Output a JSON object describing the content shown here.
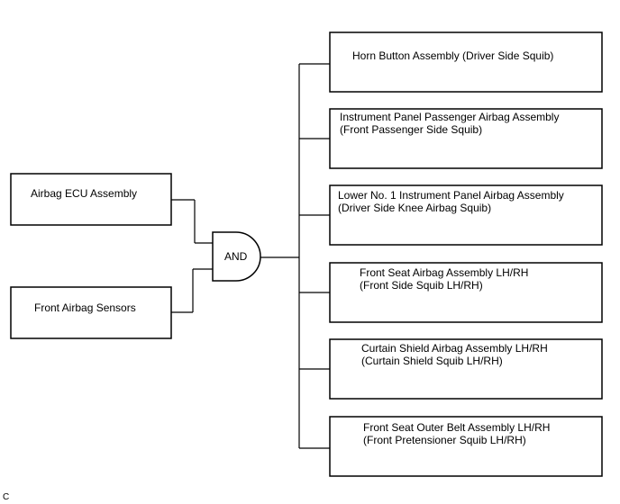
{
  "inputs": [
    {
      "lines": [
        "Airbag ECU Assembly"
      ]
    },
    {
      "lines": [
        "Front Airbag Sensors"
      ]
    }
  ],
  "gate": {
    "label": "AND"
  },
  "outputs": [
    {
      "lines": [
        "Horn Button Assembly (Driver Side Squib)"
      ]
    },
    {
      "lines": [
        "Instrument Panel Passenger Airbag Assembly",
        "(Front Passenger Side Squib)"
      ]
    },
    {
      "lines": [
        "Lower No. 1 Instrument Panel Airbag Assembly",
        "(Driver Side Knee Airbag Squib)"
      ]
    },
    {
      "lines": [
        "Front Seat Airbag Assembly LH/RH",
        "(Front Side Squib LH/RH)"
      ]
    },
    {
      "lines": [
        "Curtain Shield Airbag Assembly LH/RH",
        "(Curtain Shield Squib LH/RH)"
      ]
    },
    {
      "lines": [
        "Front Seat Outer Belt Assembly LH/RH",
        "(Front Pretensioner Squib LH/RH)"
      ]
    }
  ],
  "corner_label": "C"
}
